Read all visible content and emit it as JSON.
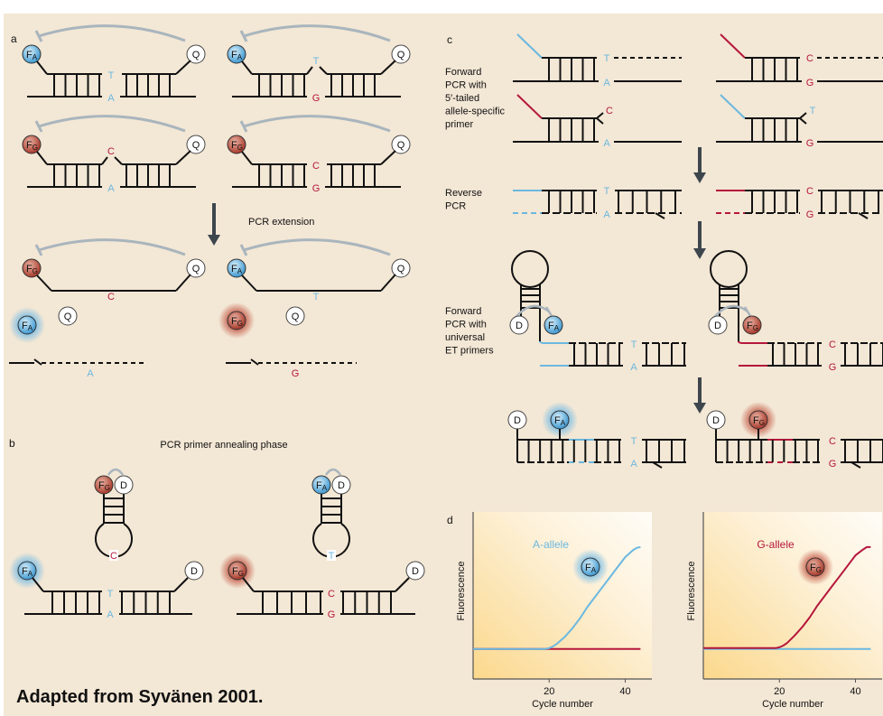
{
  "panels": {
    "a": "a",
    "b": "b",
    "c": "c",
    "d": "d"
  },
  "labels": {
    "fluor": "F",
    "allele_A": "A",
    "allele_G": "G",
    "quencher": "Q",
    "donor": "D"
  },
  "bases": {
    "T": "T",
    "A": "A",
    "C": "C",
    "G": "G"
  },
  "panel_a": {
    "step": "PCR extension"
  },
  "panel_b": {
    "title": "PCR primer annealing phase"
  },
  "panel_c": {
    "forward_allele_specific": [
      "Forward",
      "PCR with",
      "5′-tailed",
      "allele-specific",
      "primer"
    ],
    "reverse": [
      "Reverse",
      "PCR"
    ],
    "forward_universal": [
      "Forward",
      "PCR with",
      "universal",
      "ET primers"
    ]
  },
  "credit": "Adapted from Syvänen 2001.",
  "colors": {
    "allele_A": "#6bb8e0",
    "allele_G": "#b5173c",
    "inhibition": "#a9b5bd",
    "arrow": "#3d464d",
    "strand": "#111111",
    "background": "#f3e7d5"
  },
  "chart_data": [
    {
      "type": "line",
      "annotation": "A-allele",
      "xlabel": "Cycle number",
      "ylabel": "Fluorescence",
      "xticks": [
        20,
        40
      ],
      "xlim": [
        0,
        47
      ],
      "ylim": [
        0,
        1
      ],
      "series": [
        {
          "allele": "A",
          "color": "#6bb8e0",
          "x": [
            0,
            18,
            19,
            20,
            21,
            22,
            24,
            26,
            28,
            30,
            32,
            34,
            36,
            38,
            40,
            42,
            43,
            44
          ],
          "y": [
            0.18,
            0.18,
            0.18,
            0.185,
            0.195,
            0.21,
            0.25,
            0.3,
            0.36,
            0.43,
            0.49,
            0.55,
            0.61,
            0.67,
            0.73,
            0.77,
            0.785,
            0.79
          ]
        },
        {
          "allele": "G",
          "color": "#b5173c",
          "x": [
            0,
            44
          ],
          "y": [
            0.18,
            0.18
          ]
        }
      ]
    },
    {
      "type": "line",
      "annotation": "G-allele",
      "xlabel": "Cycle number",
      "ylabel": "Fluorescence",
      "xticks": [
        20,
        40
      ],
      "xlim": [
        0,
        47
      ],
      "ylim": [
        0,
        1
      ],
      "series": [
        {
          "allele": "A",
          "color": "#6bb8e0",
          "x": [
            0,
            44
          ],
          "y": [
            0.18,
            0.18
          ]
        },
        {
          "allele": "G",
          "color": "#b5173c",
          "x": [
            0,
            18,
            19,
            20,
            21,
            22,
            24,
            26,
            28,
            30,
            32,
            34,
            36,
            38,
            40,
            42,
            43,
            44
          ],
          "y": [
            0.185,
            0.185,
            0.185,
            0.19,
            0.2,
            0.215,
            0.26,
            0.31,
            0.37,
            0.44,
            0.5,
            0.56,
            0.62,
            0.68,
            0.74,
            0.775,
            0.79,
            0.79
          ]
        }
      ]
    }
  ]
}
